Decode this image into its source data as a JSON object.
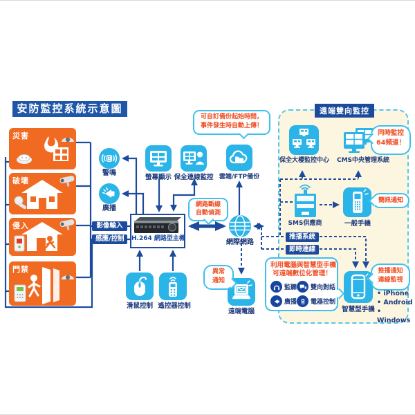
{
  "title": "安防監控系統示意圖",
  "colors": {
    "accent_cyan": "#2ab4e8",
    "navy": "#1c4b9c",
    "orange": "#f06a21",
    "alert_red": "#f04e23",
    "panel_bg": "#fcf5e0"
  },
  "sources": [
    {
      "label": "災害"
    },
    {
      "label": "破壞"
    },
    {
      "label": "侵入"
    },
    {
      "label": "門禁"
    }
  ],
  "dvr": {
    "label": "H.264 網路型主機"
  },
  "io_tags": {
    "video": "影像輸入",
    "sensor": "感應/控制"
  },
  "outputs": {
    "siren": "警鳴",
    "broadcast": "廣播",
    "display": "螢幕顯示",
    "security_link": "保全連線監控",
    "cloud": "雲端/FTP備份"
  },
  "backup_note": {
    "line1": "可自訂備份起始時間，",
    "line2": "事件發生時自動上傳！"
  },
  "network": {
    "disconnect_note_line1": "網路斷線",
    "disconnect_note_line2": "自動偵測",
    "internet": "網際網路"
  },
  "controls": {
    "mouse": "滑鼠控制",
    "remote": "遙控器控制"
  },
  "panel": {
    "title": "遠端雙向監控",
    "monitor_center": "保全大樓監控中心",
    "cms": "CMS中央管理系統",
    "cms_note": {
      "line1": "同時監控",
      "line2": "64頻道！"
    },
    "sms_provider": "SMS供應商",
    "basic_phone": "一般手機",
    "sms_note": "簡訊通知",
    "push_line": "推播系統",
    "live_line": "即時連線",
    "remote_pc": "遠端電腦",
    "pc_note": {
      "line1": "異常",
      "line2": "通知"
    },
    "mgmt": {
      "line1": "利用電腦與智慧型手機",
      "line2": "可遠端數位化管理！",
      "items": [
        {
          "label": "監聽"
        },
        {
          "label": "雙向對話"
        },
        {
          "label": "廣播"
        },
        {
          "label": "電器控制"
        }
      ]
    },
    "smartphone": "智慧型手機",
    "sp_note": {
      "line1": "推播通知",
      "line2": "連線監視"
    },
    "platforms": [
      "iPhone",
      "Android",
      "Windows"
    ]
  }
}
